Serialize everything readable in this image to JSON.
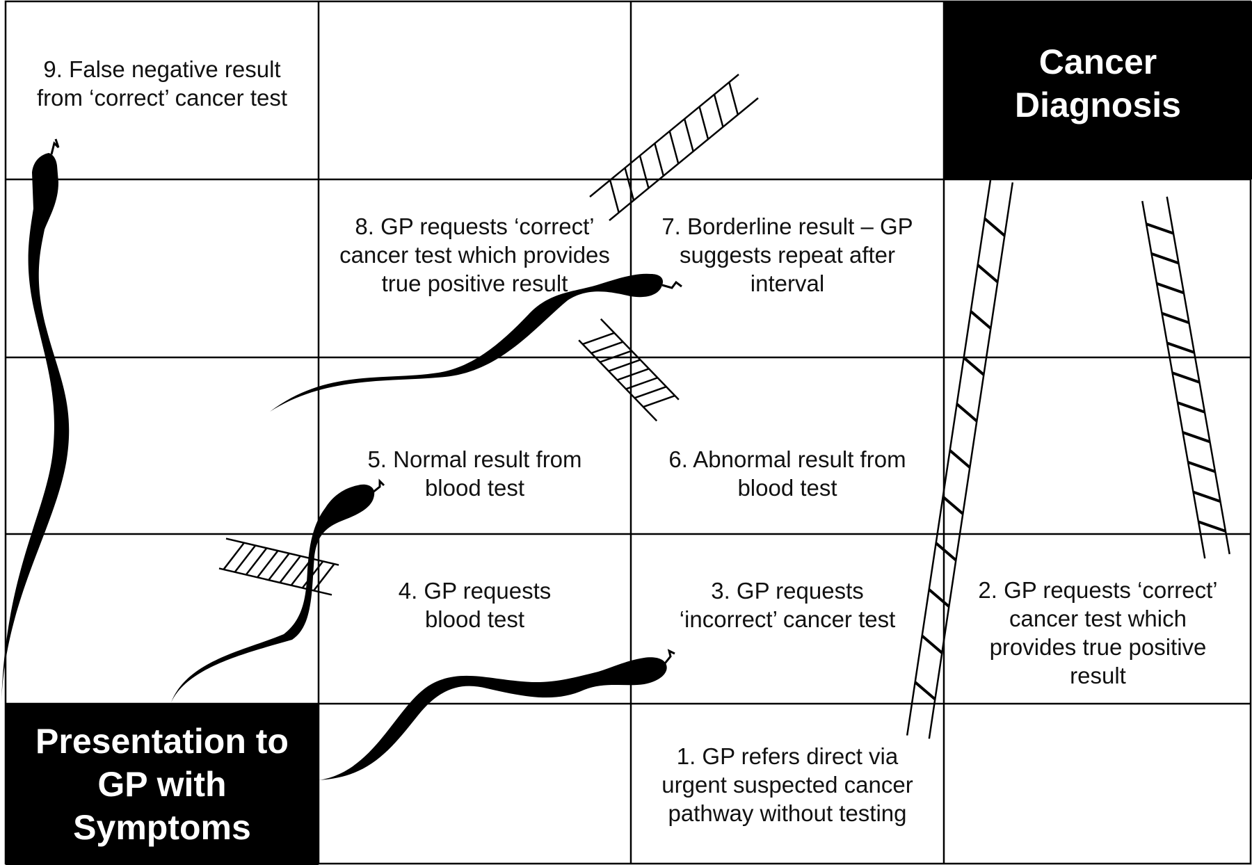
{
  "colors": {
    "ink": "#000000",
    "background": "#ffffff",
    "text": "#111111"
  },
  "icons": {
    "snake": "snake-icon",
    "ladder": "ladder-icon"
  },
  "squares": [
    {
      "id": "diagnosis",
      "text": "Cancer\nDiagnosis",
      "highlight": true
    },
    {
      "id": "step-9",
      "text": "9. False negative result\nfrom ‘correct’ cancer test",
      "highlight": false
    },
    {
      "id": "step-8",
      "text": "8. GP requests ‘correct’\ncancer test which provides\ntrue positive result",
      "highlight": false
    },
    {
      "id": "step-7",
      "text": "7. Borderline result – GP\nsuggests repeat after\ninterval",
      "highlight": false
    },
    {
      "id": "step-5",
      "text": "5. Normal result from\nblood test",
      "highlight": false
    },
    {
      "id": "step-6",
      "text": "6. Abnormal result from\nblood test",
      "highlight": false
    },
    {
      "id": "step-4",
      "text": "4. GP requests\nblood test",
      "highlight": false
    },
    {
      "id": "step-3",
      "text": "3. GP requests\n‘incorrect’ cancer test",
      "highlight": false
    },
    {
      "id": "step-2",
      "text": "2. GP requests ‘correct’\ncancer test which\nprovides true positive\nresult",
      "highlight": false
    },
    {
      "id": "start",
      "text": "Presentation to\nGP with\nSymptoms",
      "highlight": true
    },
    {
      "id": "step-1",
      "text": "1. GP refers direct via\nurgent suspected cancer\npathway without testing",
      "highlight": false
    }
  ]
}
